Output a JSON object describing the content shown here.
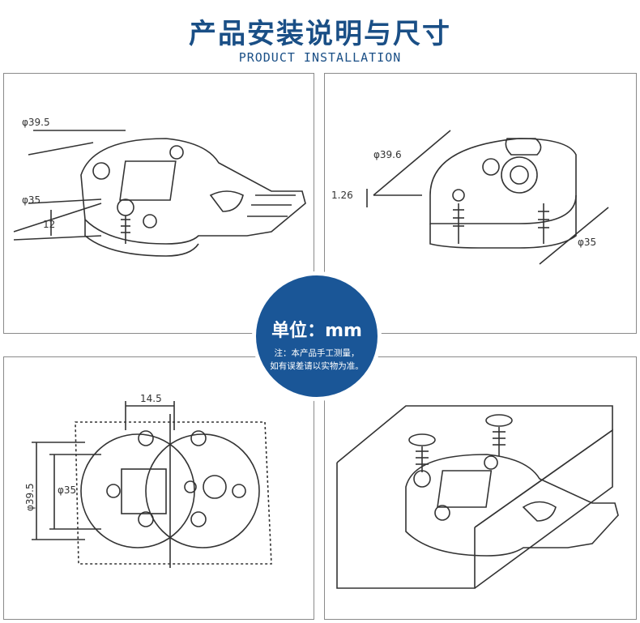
{
  "header": {
    "title_cn": "产品安装说明与尺寸",
    "title_en": "PRODUCT INSTALLATION"
  },
  "badge": {
    "unit_label": "单位：mm",
    "note_line1": "注：本产品手工测量，",
    "note_line2": "如有误差请以实物为准。"
  },
  "dimensions": {
    "panel1": {
      "outer_dia": "φ39.5",
      "cup_dia": "φ35",
      "height": "12"
    },
    "panel2": {
      "outer_dia": "φ39.6",
      "flange": "1.26",
      "cup_dia": "φ35"
    },
    "panel3": {
      "width": "14.5",
      "outer_dia": "φ39.5",
      "cup_dia": "φ35"
    }
  },
  "colors": {
    "title": "#1a4f86",
    "badge": "#1a5697",
    "border": "#8a8a8a",
    "line": "#333333"
  }
}
